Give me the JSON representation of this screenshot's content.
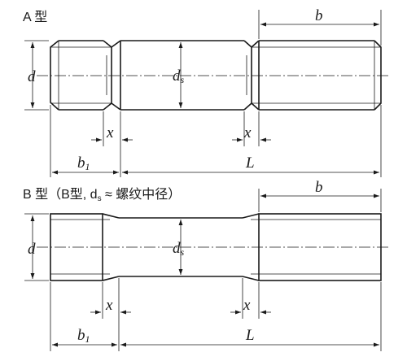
{
  "type_a": {
    "title": "A 型",
    "b": "b",
    "d": "d",
    "ds_main": "d",
    "ds_sub": "s",
    "x_left": "x",
    "x_right": "x",
    "b1_main": "b",
    "b1_sub": "1",
    "L": "L"
  },
  "type_b": {
    "title": "B 型（B型, d",
    "title_sub": "s",
    "title_tail": " ≈ 螺纹中径）",
    "b": "b",
    "d": "d",
    "ds_main": "d",
    "ds_sub": "s",
    "x_left": "x",
    "x_right": "x",
    "b1_main": "b",
    "b1_sub": "1",
    "L": "L"
  }
}
